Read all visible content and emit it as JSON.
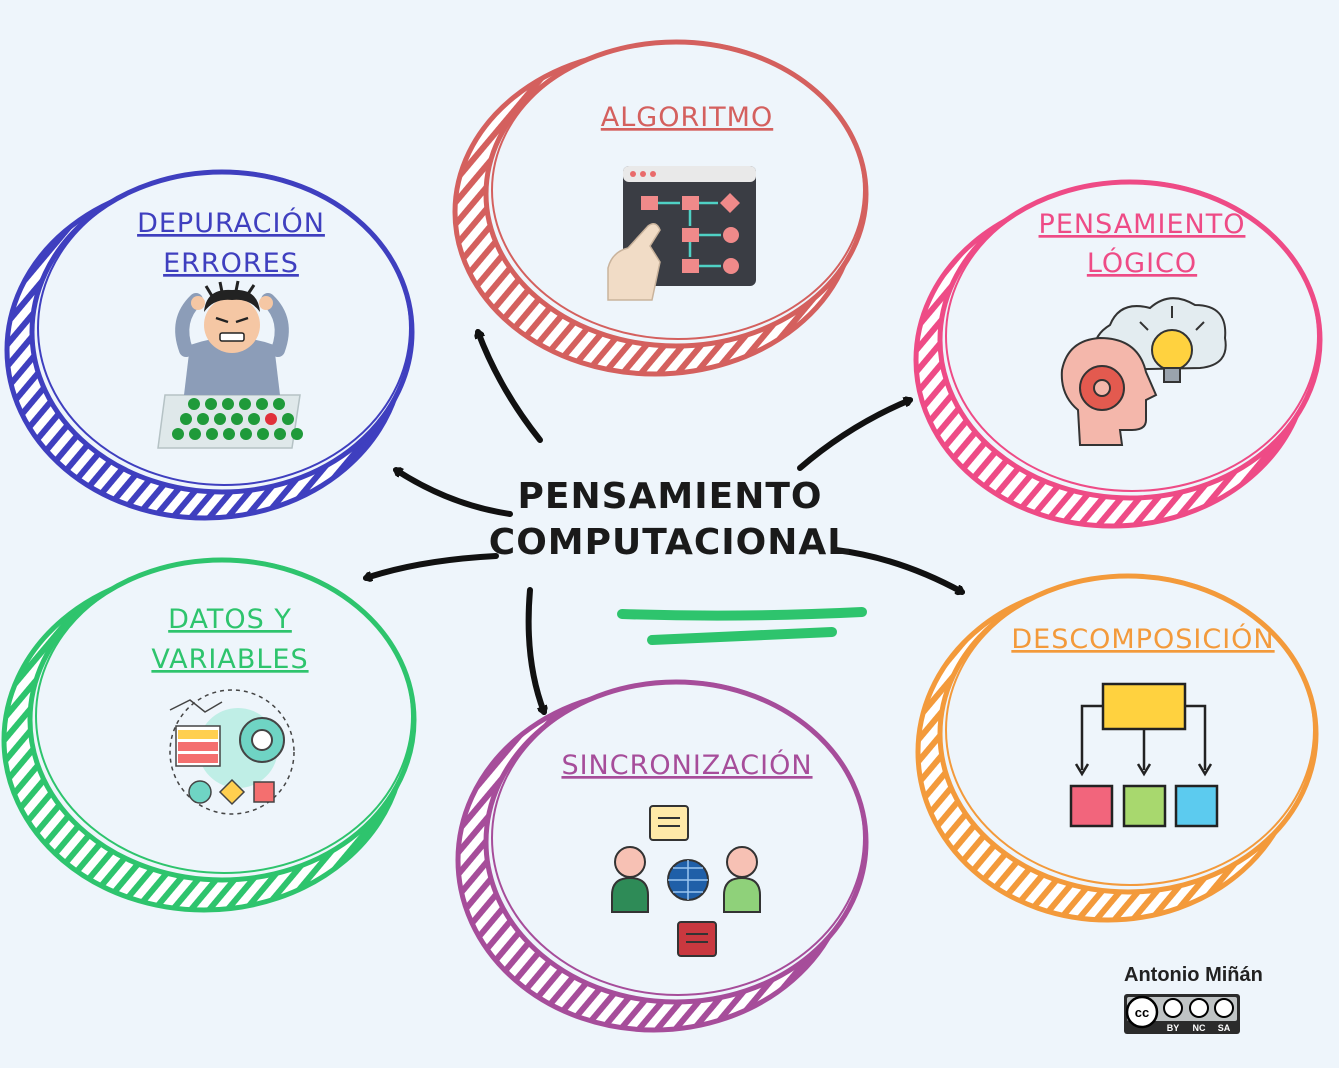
{
  "center": {
    "line1": "PENSAMIENTO",
    "line2": "COMPUTACIONAL"
  },
  "nodes": {
    "depuracion": {
      "line1": "DEPURACIÓN",
      "line2": "ERRORES",
      "color": "#3f3fbf"
    },
    "algoritmo": {
      "line1": "ALGORITMO",
      "color": "#d4605e"
    },
    "pensamiento_logico": {
      "line1": "PENSAMIENTO",
      "line2": "LÓGICO",
      "color": "#ee4b86"
    },
    "datos": {
      "line1": "DATOS Y",
      "line2": "VARIABLES",
      "color": "#2ec46d"
    },
    "sincronizacion": {
      "line1": "SINCRONIZACIÓN",
      "color": "#a64d9a"
    },
    "descomposicion": {
      "line1": "DESCOMPOSICIÓN",
      "color": "#f39a3b"
    }
  },
  "author": "Antonio Miñán",
  "license": {
    "cc": "cc",
    "by": "BY",
    "nc": "NC",
    "sa": "SA"
  }
}
